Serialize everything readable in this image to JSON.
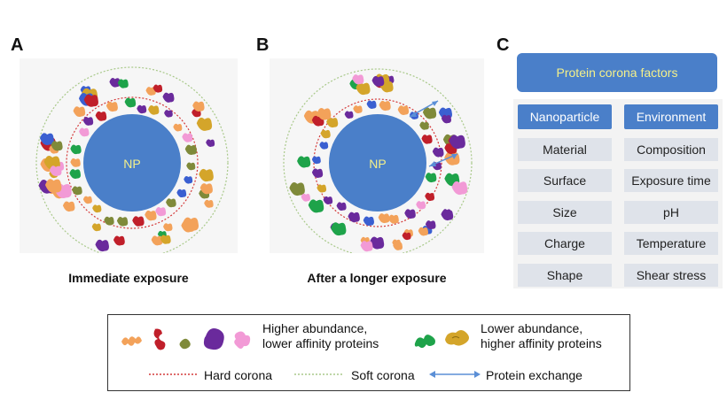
{
  "panels": {
    "a": {
      "letter": "A",
      "center_label": "NP",
      "caption": "Immediate exposure"
    },
    "b": {
      "letter": "B",
      "center_label": "NP",
      "caption": "After a longer exposure"
    },
    "c": {
      "letter": "C"
    }
  },
  "factors": {
    "title": "Protein corona factors",
    "nanoparticle": {
      "header": "Nanoparticle",
      "items": [
        "Material",
        "Surface",
        "Size",
        "Charge",
        "Shape"
      ]
    },
    "environment": {
      "header": "Environment",
      "items": [
        "Composition",
        "Exposure time",
        "pH",
        "Temperature",
        "Shear stress"
      ]
    }
  },
  "legend": {
    "high_abundance": "Higher abundance,\nlower affinity proteins",
    "low_abundance": "Lower abundance,\nhigher affinity proteins",
    "hard_corona": "Hard corona",
    "soft_corona": "Soft corona",
    "exchange": "Protein exchange"
  },
  "colors": {
    "np": "#4a7fc9",
    "np_label": "#f4f08a",
    "hard_corona": "#d43a3a",
    "soft_corona": "#a9c98a",
    "exchange_arrow": "#5b8fd6",
    "protein_orange": "#f3a25a",
    "protein_red": "#c01f2a",
    "protein_olive": "#7f8a3a",
    "protein_purple": "#6a2a9c",
    "protein_pink": "#f29ad6",
    "protein_green": "#1ea34a",
    "protein_gold": "#d4a52a",
    "protein_blue": "#3a5fd1"
  }
}
